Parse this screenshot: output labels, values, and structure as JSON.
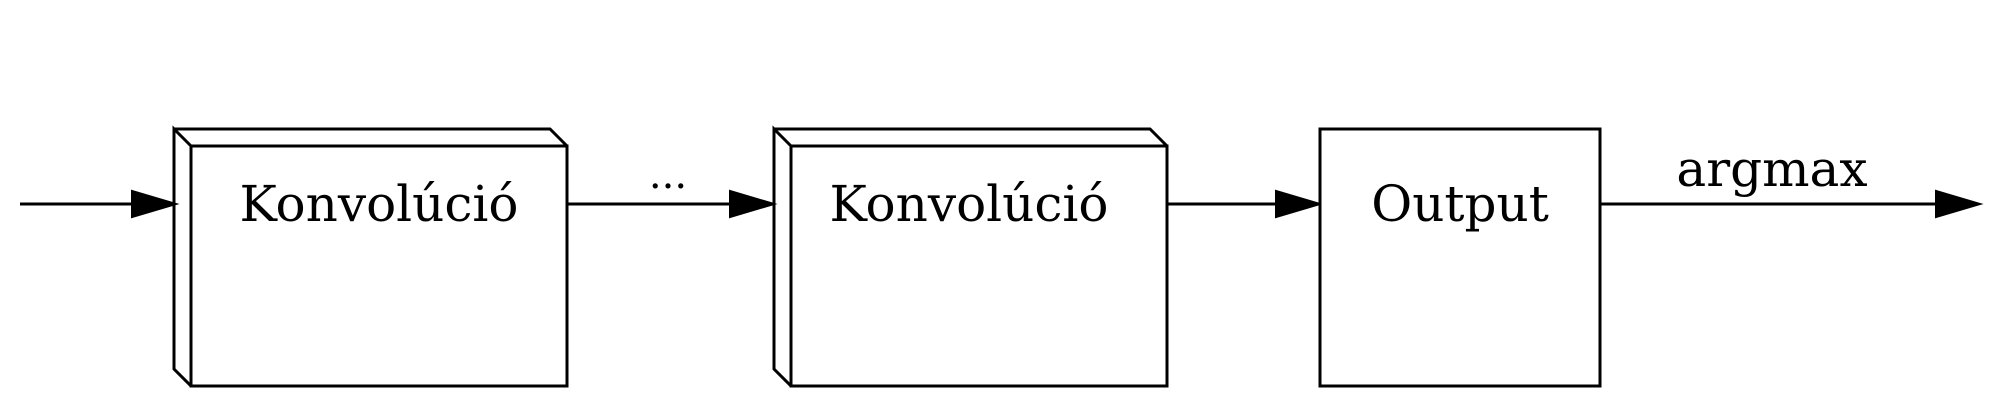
{
  "diagram": {
    "nodes": {
      "conv1": {
        "label": "Konvolúció",
        "shape": "box3d"
      },
      "conv2": {
        "label": "Konvolúció",
        "shape": "box3d"
      },
      "output": {
        "label": "Output",
        "shape": "box"
      }
    },
    "edges": {
      "in_to_conv1": {
        "label": ""
      },
      "conv1_to_conv2": {
        "label": "..."
      },
      "conv2_to_output": {
        "label": ""
      },
      "output_to_out": {
        "label": "argmax"
      }
    },
    "colors": {
      "stroke": "#000000",
      "fill": "#ffffff"
    }
  }
}
